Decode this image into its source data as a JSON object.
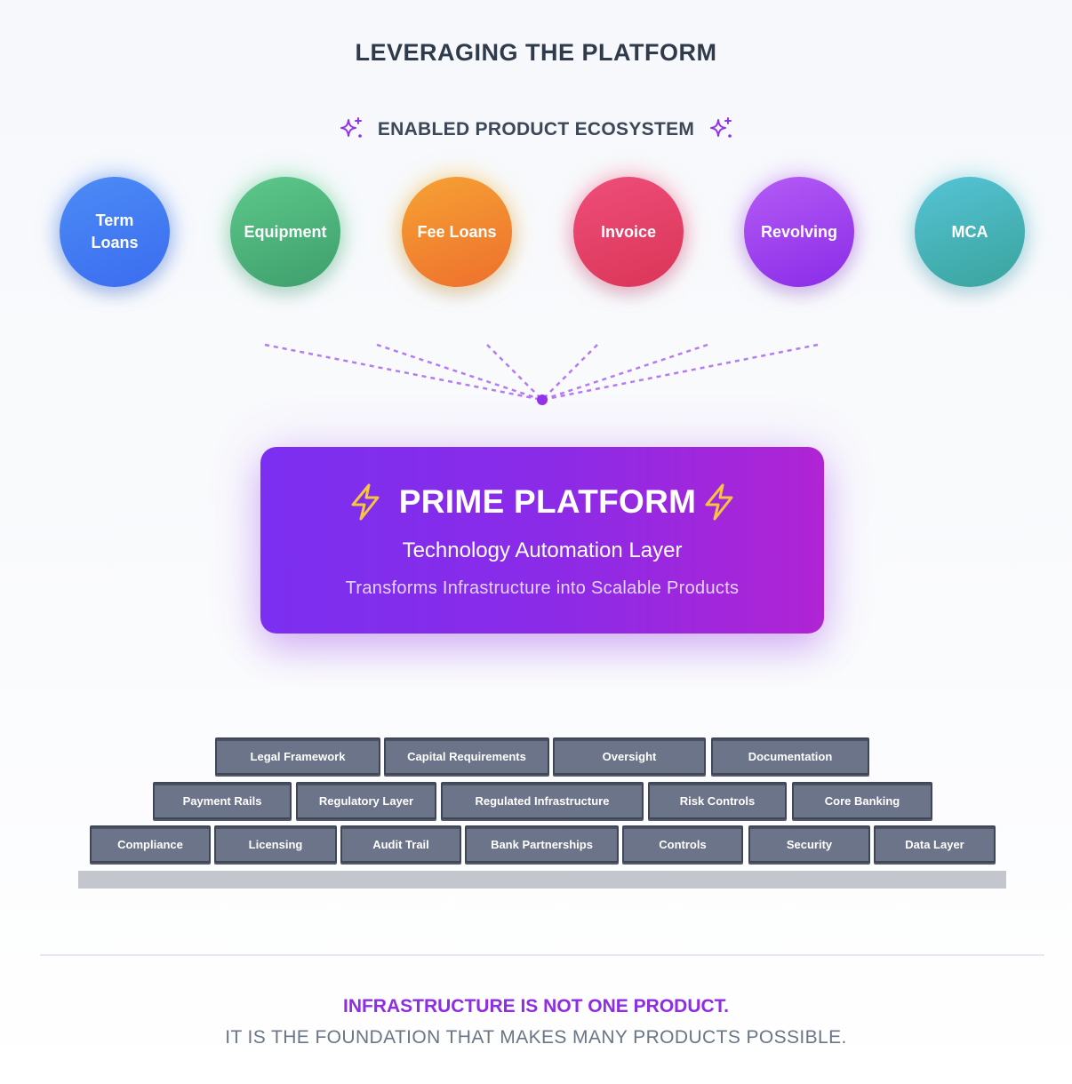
{
  "title": "LEVERAGING THE PLATFORM",
  "ecosystem": {
    "label": "ENABLED PRODUCT ECOSYSTEM",
    "icon": "sparkle-icon",
    "accent": "#9333ea"
  },
  "products": [
    {
      "label": "Term\nLoans",
      "color_from": "#4c8cf5",
      "color_to": "#3b6cf0",
      "glow": "#7aa8ff"
    },
    {
      "label": "Equipment",
      "color_from": "#5dc98a",
      "color_to": "#3e9e6c",
      "glow": "#8be3b0"
    },
    {
      "label": "Fee Loans",
      "color_from": "#f6a234",
      "color_to": "#ee6f2d",
      "glow": "#ffcf6e"
    },
    {
      "label": "Invoice",
      "color_from": "#ee4e7a",
      "color_to": "#db3557",
      "glow": "#ff93ad"
    },
    {
      "label": "Revolving",
      "color_from": "#b45cf5",
      "color_to": "#8a2be8",
      "glow": "#d49bff"
    },
    {
      "label": "MCA",
      "color_from": "#55c4d6",
      "color_to": "#3aa39c",
      "glow": "#8fe0e6"
    }
  ],
  "platform": {
    "title": "PRIME PLATFORM",
    "subtitle": "Technology Automation Layer",
    "description": "Transforms Infrastructure into Scalable Products",
    "icon": "lightning-bolt-icon",
    "bolt_color": "#f5c542"
  },
  "foundation": {
    "rows": [
      [
        "Legal Framework",
        "Capital Requirements",
        "Oversight",
        "Documentation"
      ],
      [
        "Payment Rails",
        "Regulatory Layer",
        "Regulated Infrastructure",
        "Risk Controls",
        "Core Banking"
      ],
      [
        "Compliance",
        "Licensing",
        "Audit Trail",
        "Bank Partnerships",
        "Controls",
        "Security",
        "Data Layer"
      ]
    ]
  },
  "footer": {
    "headline": "INFRASTRUCTURE IS NOT ONE PRODUCT.",
    "tagline": "IT IS THE FOUNDATION THAT MAKES MANY PRODUCTS POSSIBLE."
  }
}
